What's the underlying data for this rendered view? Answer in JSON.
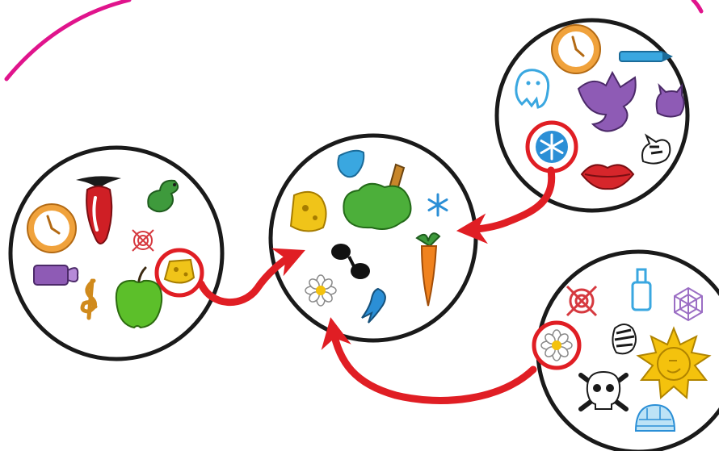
{
  "game": {
    "cards": [
      {
        "id": "left",
        "symbols": [
          "clock",
          "chili-pepper",
          "dinosaur",
          "target",
          "cheese",
          "candle",
          "treble-clef",
          "apple"
        ],
        "circled": "cheese"
      },
      {
        "id": "center",
        "symbols": [
          "water-drop",
          "tree",
          "snowflake",
          "cheese",
          "sunglasses",
          "carrot",
          "daisy",
          "dolphin"
        ],
        "circled": null
      },
      {
        "id": "top-right",
        "symbols": [
          "clock",
          "pencil",
          "ghost",
          "dragon",
          "cat",
          "snowflake",
          "lips",
          "dog"
        ],
        "circled": "snowflake"
      },
      {
        "id": "bottom-right",
        "symbols": [
          "target",
          "bottle",
          "spiderweb",
          "daisy",
          "zebra",
          "sun",
          "skull",
          "igloo"
        ],
        "circled": "daisy"
      }
    ],
    "matches": [
      {
        "from": "left",
        "to": "center",
        "symbol": "cheese"
      },
      {
        "from": "top-right",
        "to": "center",
        "symbol": "snowflake"
      },
      {
        "from": "bottom-right",
        "to": "center",
        "symbol": "daisy"
      }
    ],
    "colors": {
      "rim": "#e0148c",
      "card_border": "#1a1a1a",
      "highlight": "#e01e24",
      "arrow": "#e01e24"
    }
  }
}
